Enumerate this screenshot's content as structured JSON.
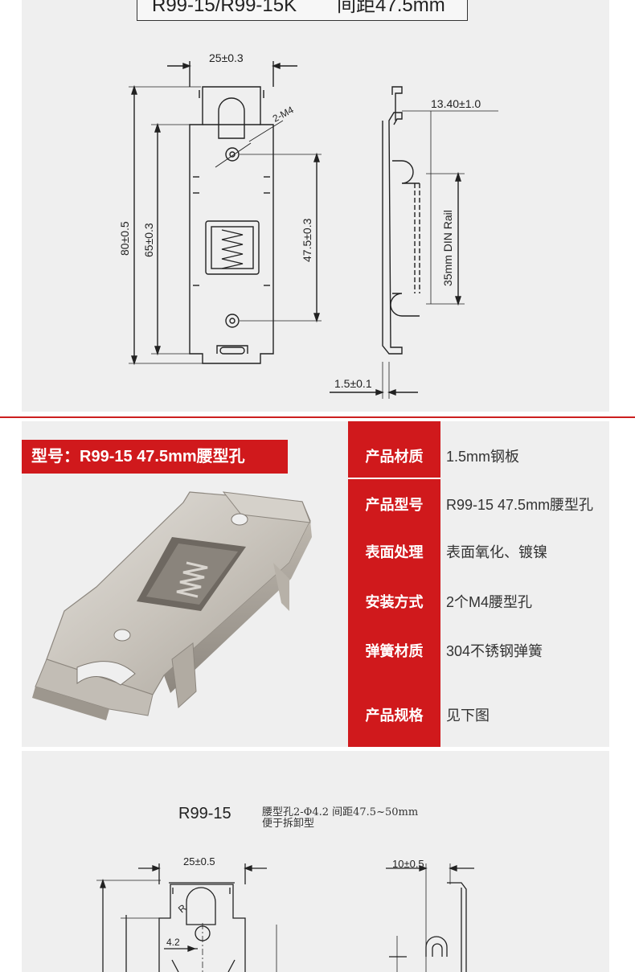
{
  "top_drawing": {
    "title_left": "R99-15/R99-15K",
    "title_right": "间距47.5mm",
    "dim_width": "25±0.3",
    "dim_hole": "2-M4",
    "dim_side_offset": "13.40±1.0",
    "dim_overall": "80±0.5",
    "dim_inner": "65±0.3",
    "dim_pitch": "47.5±0.3",
    "rail_label": "35mm DIN Rail",
    "dim_thickness": "1.5±0.1"
  },
  "product": {
    "model_tag": "型号：R99-15 47.5mm腰型孔",
    "specs": [
      {
        "label": "产品材质",
        "value": "1.5mm钢板"
      },
      {
        "label": "产品型号",
        "value": "R99-15 47.5mm腰型孔"
      },
      {
        "label": "表面处理",
        "value": "表面氧化、镀镍"
      },
      {
        "label": "安装方式",
        "value": "2个M4腰型孔"
      },
      {
        "label": "弹簧材质",
        "value": "304不锈钢弹簧"
      },
      {
        "label": "产品规格",
        "value": "见下图"
      }
    ]
  },
  "bottom_drawing": {
    "model": "R99-15",
    "note_line1": "腰型孔2-Φ4.2 间距47.5~50mm",
    "note_line2": "便于拆卸型",
    "dim_width": "25±0.5",
    "dim_side": "10±0.5",
    "dim_hole": "4.2",
    "radius_mark": "R"
  },
  "colors": {
    "accent_red": "#d0191c",
    "panel_gray": "#efefef",
    "line_dark": "#222222"
  }
}
